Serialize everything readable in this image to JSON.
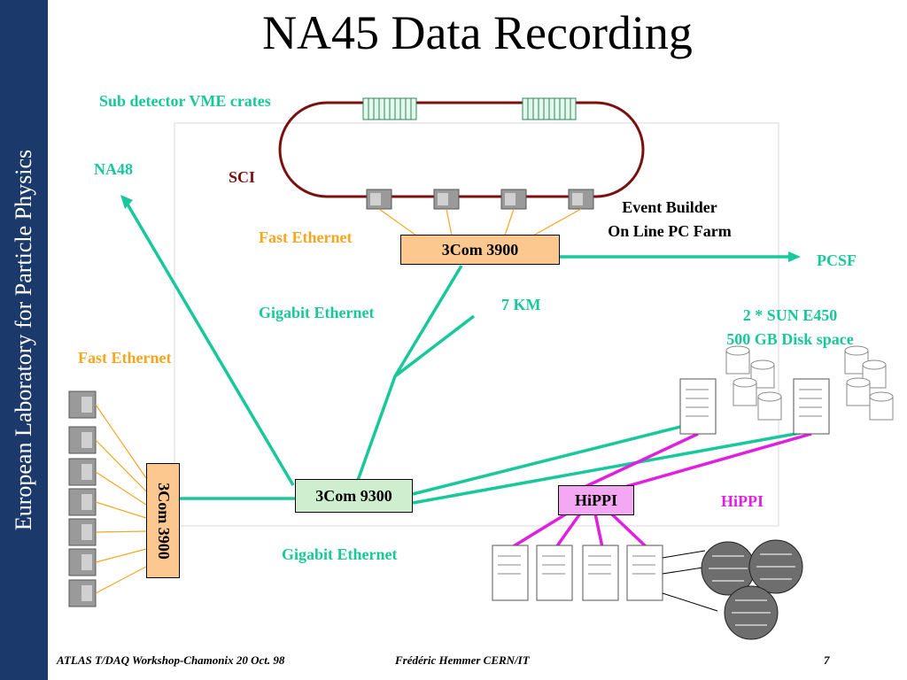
{
  "sidebar": {
    "text": "European Laboratory for Particle Physics"
  },
  "slide": {
    "title": "NA45 Data Recording"
  },
  "labels": {
    "vme_crates": "Sub detector VME crates",
    "na48": "NA48",
    "sci": "SCI",
    "event_builder_1": "Event Builder",
    "event_builder_2": "On Line PC Farm",
    "fast_ethernet_top": "Fast Ethernet",
    "pcsf": "PCSF",
    "gigabit_ethernet_mid": "Gigabit Ethernet",
    "km": "7 KM",
    "sun_1": "2 * SUN E450",
    "sun_2": "500 GB Disk space",
    "fast_ethernet_left": "Fast Ethernet",
    "hippi_right": "HiPPI",
    "gigabit_ethernet_bottom": "Gigabit Ethernet"
  },
  "boxes": {
    "com3900_top": "3Com 3900",
    "com3900_left": "3Com 3900",
    "com9300": "3Com 9300",
    "hippi": "HiPPI"
  },
  "footer": {
    "left": "ATLAS T/DAQ Workshop-Chamonix 20 Oct. 98",
    "center": "Frédéric Hemmer CERN/IT",
    "page": "7"
  },
  "colors": {
    "sidebar": "#1b3a6b",
    "gigabit": "#19c89a",
    "fast_ethernet": "#f5a623",
    "hippi": "#e020e0",
    "sci_ring": "#7a1010",
    "box_orange": "#fdc890",
    "box_green": "#cfeecf",
    "box_pink": "#f4a8f4"
  }
}
